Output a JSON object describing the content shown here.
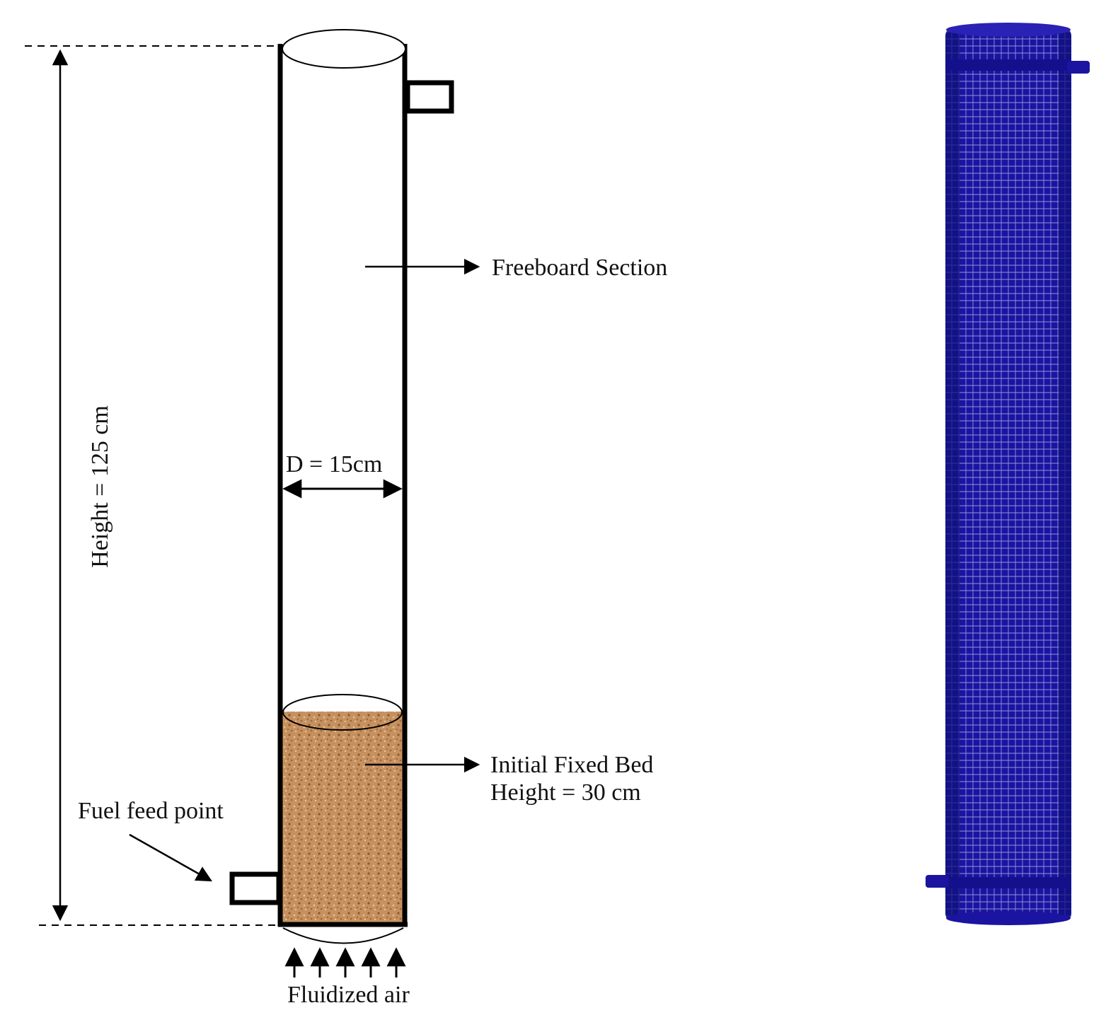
{
  "labels": {
    "freeboard": "Freeboard Section",
    "diameter": "D = 15cm",
    "height": "Height = 125 cm",
    "bed_line1": "Initial Fixed Bed",
    "bed_line2": "Height = 30 cm",
    "fuel_feed": "Fuel feed point",
    "air": "Fluidized air"
  },
  "colors": {
    "outline": "#000000",
    "bed": "#c08a5a",
    "bed_dark": "#8a5a30",
    "bed_light": "#e2c09a",
    "mesh": "#1a14a0",
    "mesh_line": "#9aa0e0"
  }
}
